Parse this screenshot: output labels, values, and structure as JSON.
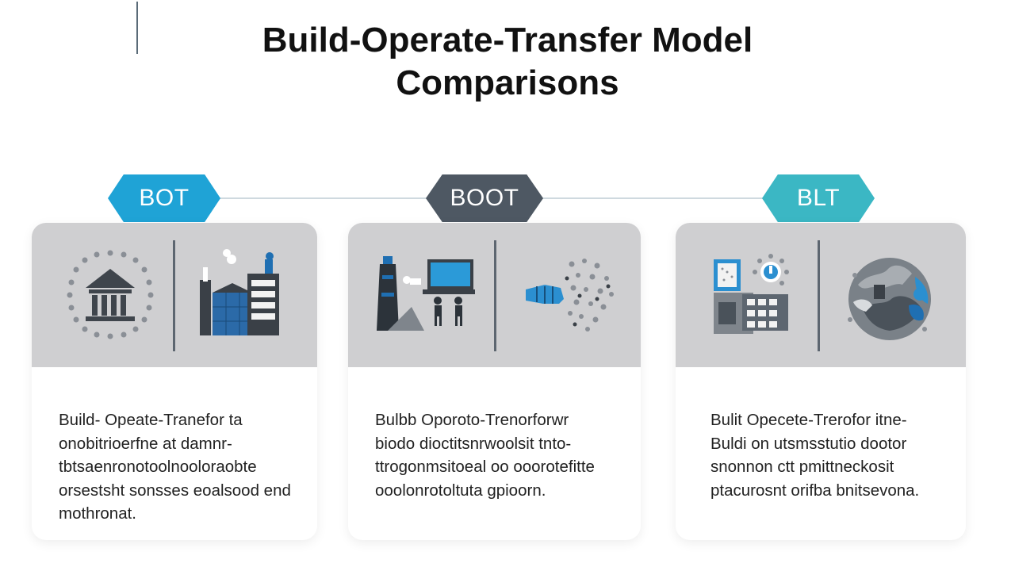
{
  "title": {
    "line1": "Build-Operate-Transfer Model",
    "line2": "Comparisons"
  },
  "cards": [
    {
      "badge": "BOT",
      "badge_color": "#1fa3d6",
      "left_icon": "government-building-icon",
      "right_icon": "industrial-factory-icon",
      "lines": [
        "Build- Opeate-Tranefor ta",
        "onobitrioerfne at damnr-",
        "tbtsaenronotoolnooloraobte",
        "orsestsht sonsses eoalsood end",
        "mothronat."
      ]
    },
    {
      "badge": "BOOT",
      "badge_color": "#4e5863",
      "left_icon": "construction-team-icon",
      "right_icon": "network-handshake-icon",
      "lines": [
        "Bulbb Oporoto-Trenorforwr",
        "biodo dioctitsnrwoolsit tnto-",
        "ttrogonmsitoeal oo ooorotefitte",
        "ooolonrotoltuta gpioorn."
      ]
    },
    {
      "badge": "BLT",
      "badge_color": "#3bb7c4",
      "left_icon": "operations-panel-icon",
      "right_icon": "global-handover-icon",
      "lines": [
        "Bulit Opecete-Trerofor itne-",
        "Buldi on utsmsstutio dootor",
        "snonnon ctt pmittneckosit",
        "ptacurosnt orifba bnitsevona."
      ]
    }
  ]
}
